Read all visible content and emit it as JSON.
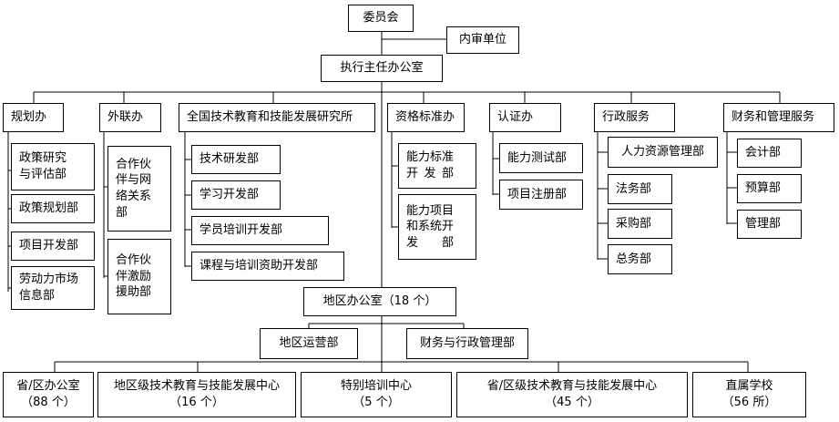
{
  "org": {
    "committee": "委员会",
    "internal_audit": "内审单位",
    "executive_office": "执行主任办公室",
    "departments": {
      "planning": {
        "title": "规划办",
        "units": [
          "政策研究\n与评估部",
          "政策规划部",
          "项目开发部",
          "劳动力市场\n信息部"
        ]
      },
      "external": {
        "title": "外联办",
        "units": [
          "合作伙\n伴与网\n络关系\n部",
          "合作伙\n伴激励\n援助部"
        ]
      },
      "research_institute": {
        "title": "全国技术教育和技能发展研究所",
        "units": [
          "技术研发部",
          "学习开发部",
          "学员培训开发部",
          "课程与培训资助开发部"
        ]
      },
      "qualification": {
        "title": "资格标准办",
        "units": [
          "能力标准\n开发部",
          "能力项目\n和系统开\n发部"
        ]
      },
      "certification": {
        "title": "认证办",
        "units": [
          "能力测试部",
          "项目注册部"
        ]
      },
      "administration": {
        "title": "行政服务",
        "units": [
          "人力资源管理部",
          "法务部",
          "采购部",
          "总务部"
        ]
      },
      "finance": {
        "title": "财务和管理服务",
        "units": [
          "会计部",
          "预算部",
          "管理部"
        ]
      }
    },
    "regional": {
      "title": "地区办公室（18 个）",
      "operations": "地区运营部",
      "finance_admin": "财务与行政管理部"
    },
    "bottom": [
      {
        "name": "省/区办公室",
        "count": "（88 个）"
      },
      {
        "name": "地区级技术教育与技能发展中心",
        "count": "（16 个）"
      },
      {
        "name": "特别培训中心",
        "count": "（5 个）"
      },
      {
        "name": "省/区级技术教育与技能发展中心",
        "count": "（45 个）"
      },
      {
        "name": "直属学校",
        "count": "（56 所）"
      }
    ]
  }
}
